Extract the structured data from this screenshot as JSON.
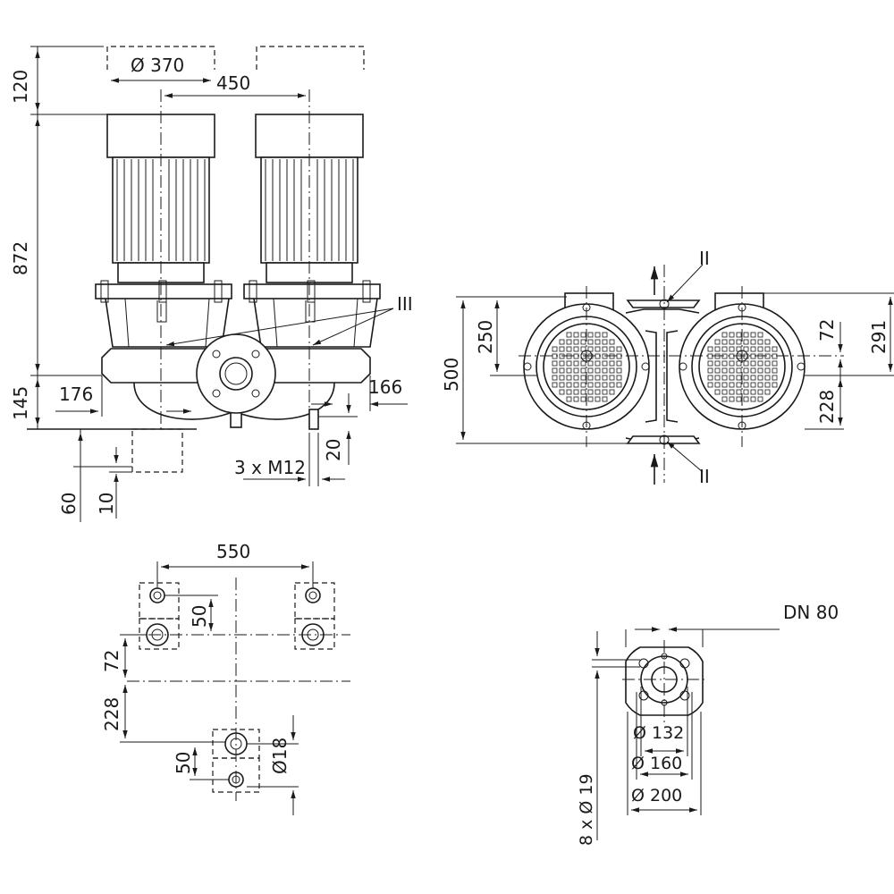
{
  "front_view": {
    "dim_motor_diameter": "Ø 370",
    "dim_shaft_spacing": "450",
    "dim_top_clearance": "120",
    "dim_height": "872",
    "dim_base_height": "145",
    "dim_left_offset": "176",
    "dim_right_offset": "166",
    "dim_foot_20": "20",
    "dim_thread": "3 x M12",
    "dim_60": "60",
    "dim_10": "10",
    "marker_iii": "III"
  },
  "side_view": {
    "dim_500": "500",
    "dim_250": "250",
    "dim_72": "72",
    "dim_291": "291",
    "dim_228": "228",
    "marker_ii_top": "II",
    "marker_ii_bottom": "II"
  },
  "foot_plan": {
    "dim_550": "550",
    "dim_50_top": "50",
    "dim_72": "72",
    "dim_228": "228",
    "dim_50_bottom": "50",
    "dim_hole": "Ø18"
  },
  "flange": {
    "dn_label": "DN 80",
    "dim_d132": "Ø 132",
    "dim_d160": "Ø 160",
    "dim_d200": "Ø 200",
    "dim_bolts": "8 x Ø 19"
  }
}
